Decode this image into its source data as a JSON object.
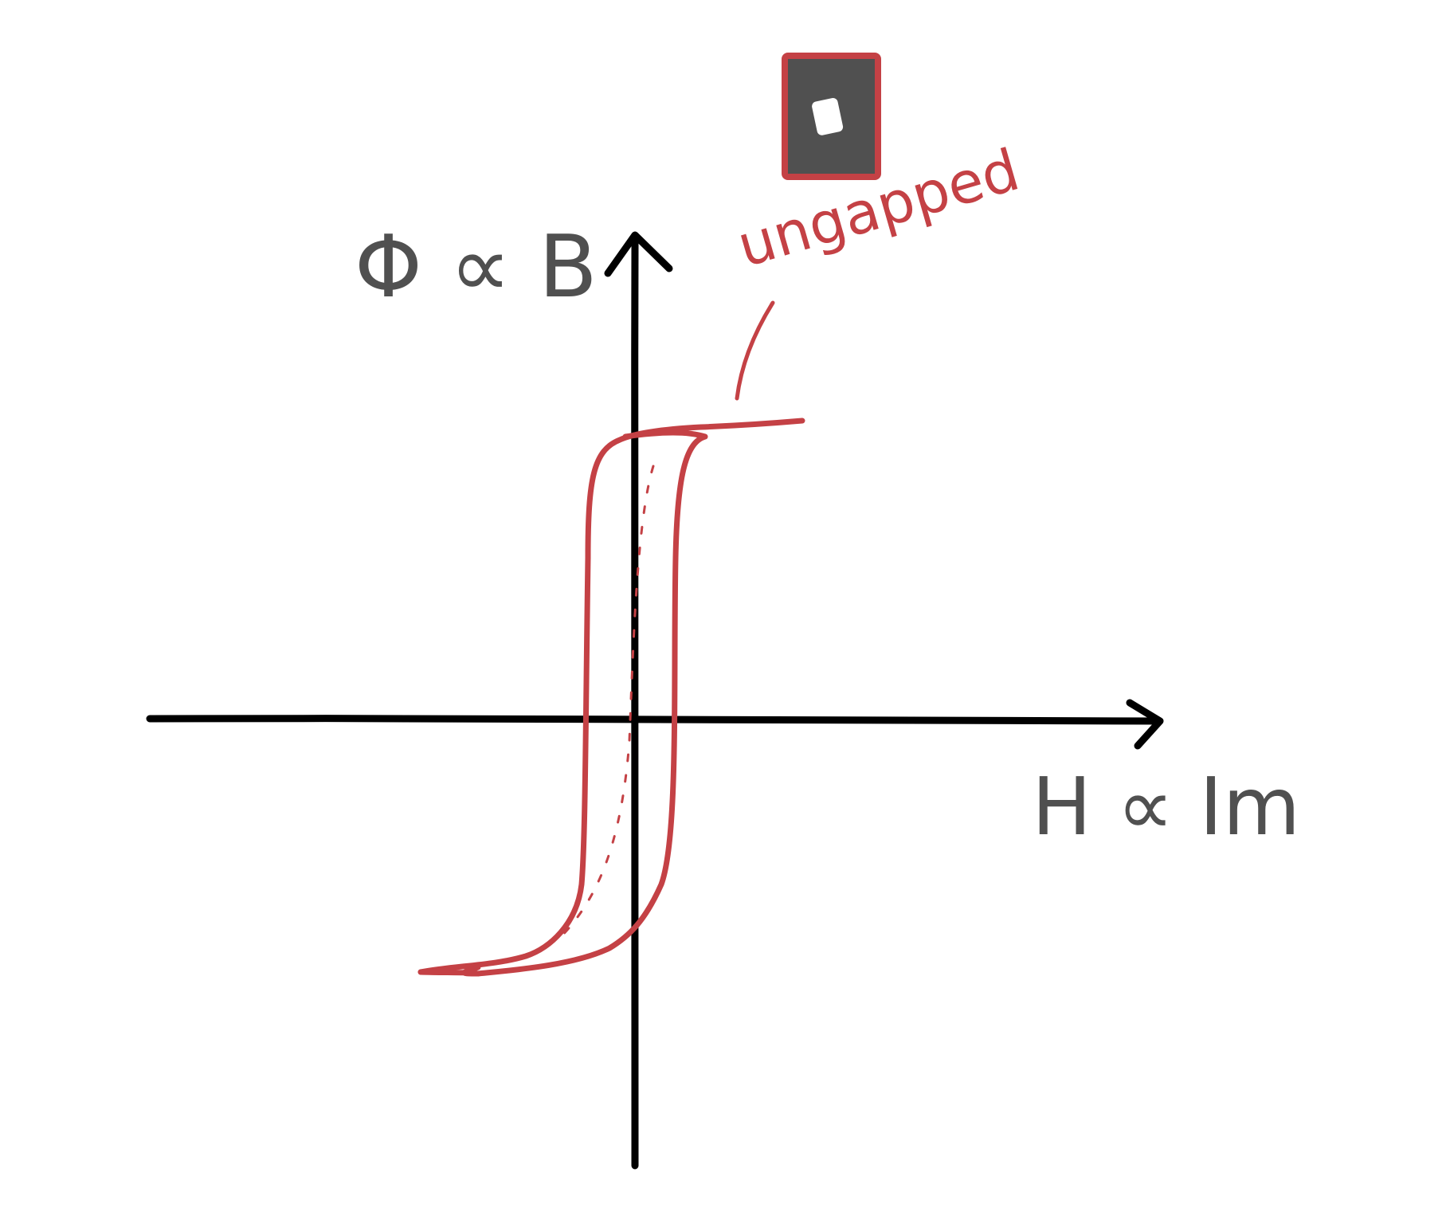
{
  "diagram": {
    "y_axis_label": "Φ ∝ B",
    "x_axis_label": "H ∝ Im",
    "annotation_label": "ungapped",
    "colors": {
      "axis": "#000000",
      "curve": "#c44145",
      "label_gray": "#505050",
      "core_fill": "#505050",
      "core_border": "#c44145",
      "core_window": "#ffffff"
    },
    "icons": {
      "core": "ungapped-core-icon"
    }
  }
}
